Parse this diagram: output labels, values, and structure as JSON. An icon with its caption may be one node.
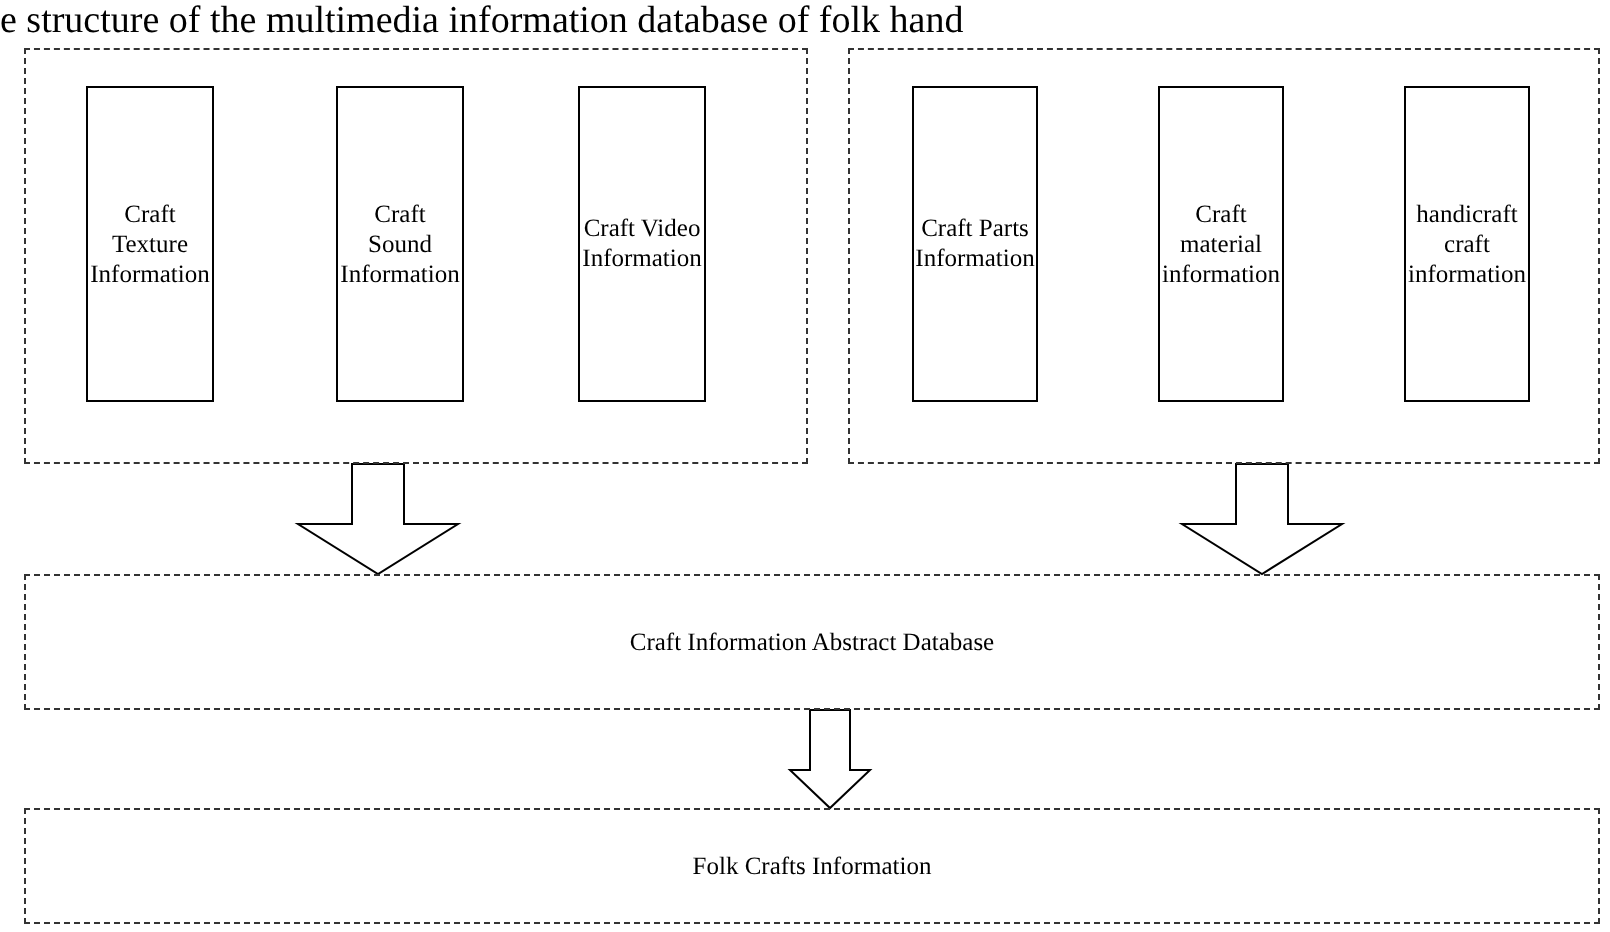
{
  "diagram": {
    "title": "e structure of the multimedia information database of folk hand",
    "nodes": [
      {
        "text": [],
        "shape": "box"
      },
      {
        "text": [
          "Craft Texture Information"
        ],
        "in": 0
      },
      {
        "text": [
          "Craft Sound Information"
        ],
        "in": 0
      },
      {
        "text": [
          "Craft Video Information"
        ],
        "in": 0
      },
      {
        "text": [],
        "shape": "box"
      },
      {
        "text": [
          "Craft Parts Information"
        ],
        "in": 4
      },
      {
        "text": [
          "Craft material information"
        ],
        "in": 4
      },
      {
        "text": [
          "handicraft craft information"
        ],
        "in": 4
      },
      {
        "text": [
          "Craft Information Abstract Database"
        ]
      },
      {
        "text": [
          "Folk Crafts Information"
        ]
      }
    ],
    "edges": [
      {
        "from": 0,
        "to": 8,
        "arrow": "to"
      },
      {
        "from": 4,
        "to": 8,
        "arrow": "to"
      },
      {
        "from": 8,
        "to": 9,
        "arrow": "to"
      }
    ]
  }
}
